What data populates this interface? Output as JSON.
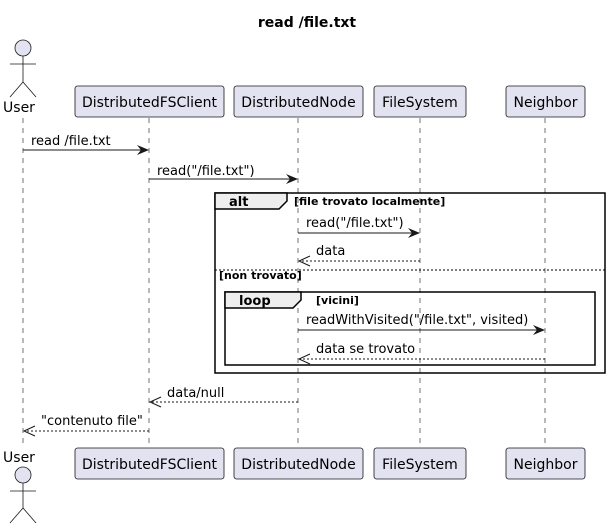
{
  "title": "read /file.txt",
  "participants": [
    {
      "id": "user",
      "label": "User",
      "kind": "actor"
    },
    {
      "id": "client",
      "label": "DistributedFSClient",
      "kind": "participant"
    },
    {
      "id": "node",
      "label": "DistributedNode",
      "kind": "participant"
    },
    {
      "id": "fs",
      "label": "FileSystem",
      "kind": "participant"
    },
    {
      "id": "neighbor",
      "label": "Neighbor",
      "kind": "participant"
    }
  ],
  "messages": [
    {
      "from": "user",
      "to": "client",
      "label": "read /file.txt",
      "style": "sync"
    },
    {
      "from": "client",
      "to": "node",
      "label": "read(\"/file.txt\")",
      "style": "sync"
    },
    {
      "from": "node",
      "to": "fs",
      "label": "read(\"/file.txt\")",
      "style": "sync"
    },
    {
      "from": "fs",
      "to": "node",
      "label": "data",
      "style": "return"
    },
    {
      "from": "node",
      "to": "neighbor",
      "label": "readWithVisited(\"/file.txt\", visited)",
      "style": "sync"
    },
    {
      "from": "neighbor",
      "to": "node",
      "label": "data se trovato",
      "style": "return"
    },
    {
      "from": "node",
      "to": "client",
      "label": "data/null",
      "style": "return"
    },
    {
      "from": "client",
      "to": "user",
      "label": "\"contenuto file\"",
      "style": "return"
    }
  ],
  "fragments": {
    "alt": {
      "keyword": "alt",
      "guard": "[file trovato localmente]",
      "else_guard": "[non trovato]"
    },
    "loop": {
      "keyword": "loop",
      "guard": "[vicini]"
    }
  },
  "colors": {
    "participant_fill": "#E2E2F0",
    "line": "#181818",
    "tab_fill": "#EEEEEE"
  }
}
